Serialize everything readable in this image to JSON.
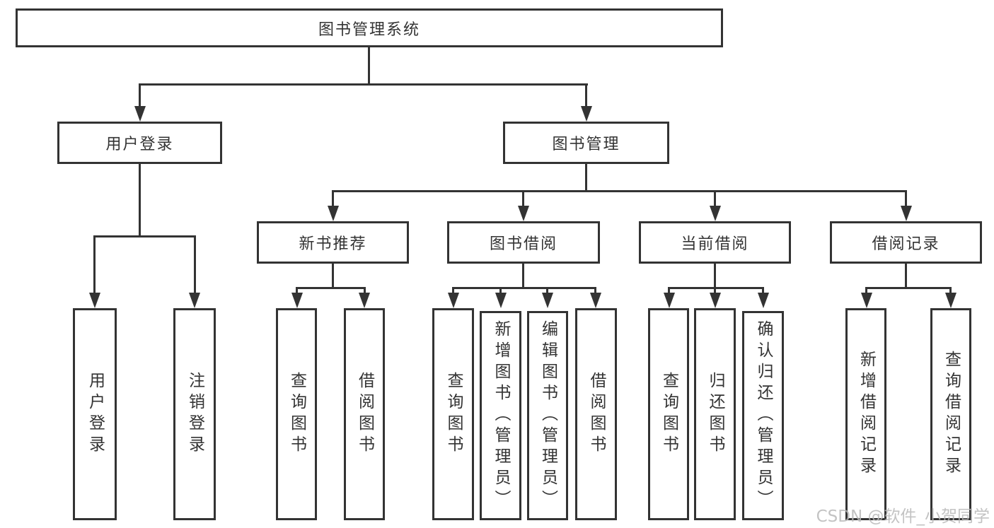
{
  "colors": {
    "line": "#333333",
    "box_border": "#333333",
    "text": "#333333",
    "background": "#ffffff",
    "watermark": "#b9b9b9"
  },
  "tree": {
    "root": {
      "label": "图书管理系统"
    },
    "children": [
      {
        "label": "用户登录",
        "children": [
          {
            "label": "用户登录"
          },
          {
            "label": "注销登录"
          }
        ]
      },
      {
        "label": "图书管理",
        "children": [
          {
            "label": "新书推荐",
            "children": [
              {
                "label": "查询图书"
              },
              {
                "label": "借阅图书"
              }
            ]
          },
          {
            "label": "图书借阅",
            "children": [
              {
                "label": "查询图书"
              },
              {
                "label": "新增图书（管理员）"
              },
              {
                "label": "编辑图书（管理员）"
              },
              {
                "label": "借阅图书"
              }
            ]
          },
          {
            "label": "当前借阅",
            "children": [
              {
                "label": "查询图书"
              },
              {
                "label": "归还图书"
              },
              {
                "label": "确认归还（管理员）"
              }
            ]
          },
          {
            "label": "借阅记录",
            "children": [
              {
                "label": "新增借阅记录"
              },
              {
                "label": "查询借阅记录"
              }
            ]
          }
        ]
      }
    ]
  },
  "watermark": {
    "text": "CSDN @软件_小贺同学"
  }
}
